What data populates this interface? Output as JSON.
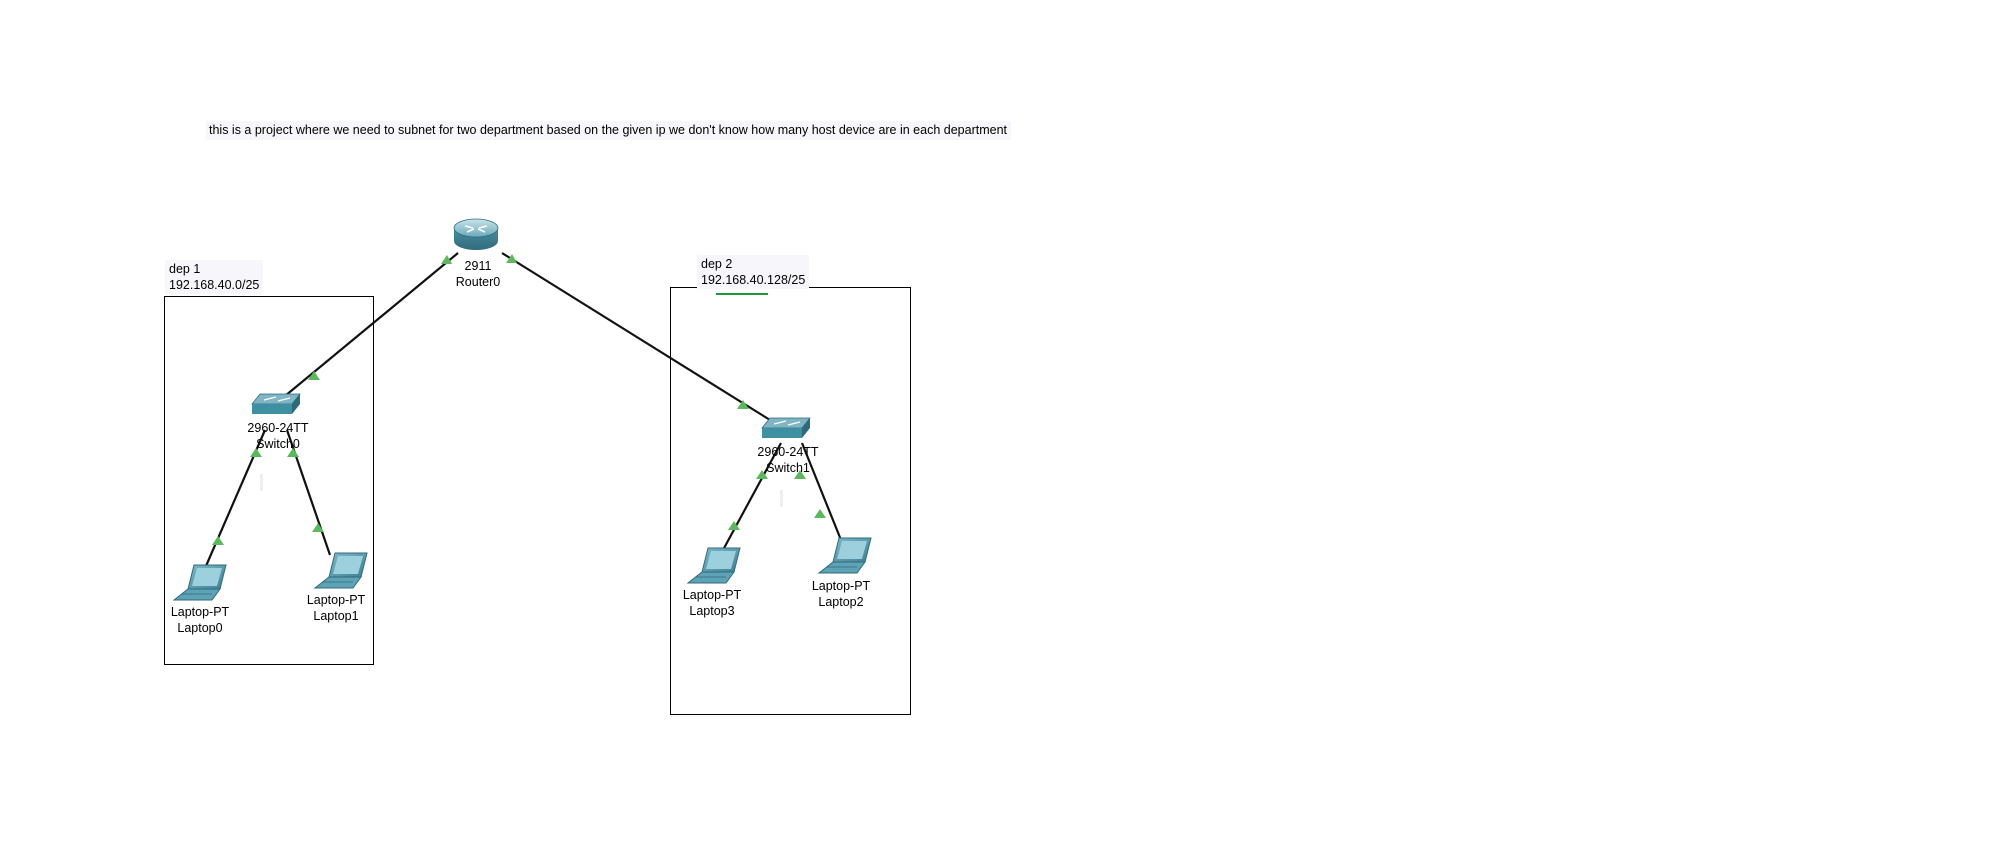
{
  "note": "this is a project where we need to subnet for two department based on the given ip we don't know how many host device are in each department",
  "areas": [
    {
      "name": "dep 1",
      "subnet": "192.168.40.0/25"
    },
    {
      "name": "dep 2",
      "subnet": "192.168.40.128/25"
    }
  ],
  "devices": {
    "router0": {
      "model": "2911",
      "name": "Router0"
    },
    "switch0": {
      "model": "2960-24TT",
      "name": "Switch0"
    },
    "switch1": {
      "model": "2960-24TT",
      "name": "Switch1"
    },
    "laptop0": {
      "model": "Laptop-PT",
      "name": "Laptop0"
    },
    "laptop1": {
      "model": "Laptop-PT",
      "name": "Laptop1"
    },
    "laptop2": {
      "model": "Laptop-PT",
      "name": "Laptop2"
    },
    "laptop3": {
      "model": "Laptop-PT",
      "name": "Laptop3"
    }
  },
  "colors": {
    "link": "#111111",
    "link_up": "#5cb85c",
    "device": "#3f8fa3"
  }
}
